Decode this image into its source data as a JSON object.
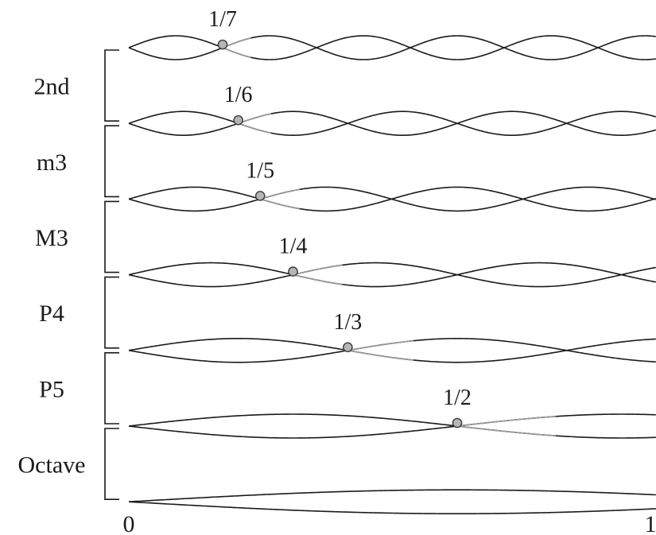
{
  "intervals": [
    {
      "name": "2nd"
    },
    {
      "name": "m3"
    },
    {
      "name": "M3"
    },
    {
      "name": "P4"
    },
    {
      "name": "P5"
    },
    {
      "name": "Octave"
    }
  ],
  "waves": [
    {
      "harmonic": 7,
      "node": 0.142857,
      "label": "1/7"
    },
    {
      "harmonic": 6,
      "node": 0.166667,
      "label": "1/6"
    },
    {
      "harmonic": 5,
      "node": 0.2,
      "label": "1/5"
    },
    {
      "harmonic": 4,
      "node": 0.25,
      "label": "1/4"
    },
    {
      "harmonic": 3,
      "node": 0.333333,
      "label": "1/3"
    },
    {
      "harmonic": 2,
      "node": 0.5,
      "label": "1/2"
    },
    {
      "harmonic": 1,
      "node": null,
      "label": ""
    }
  ],
  "axis": {
    "start_label": "0",
    "end_label": "1"
  }
}
